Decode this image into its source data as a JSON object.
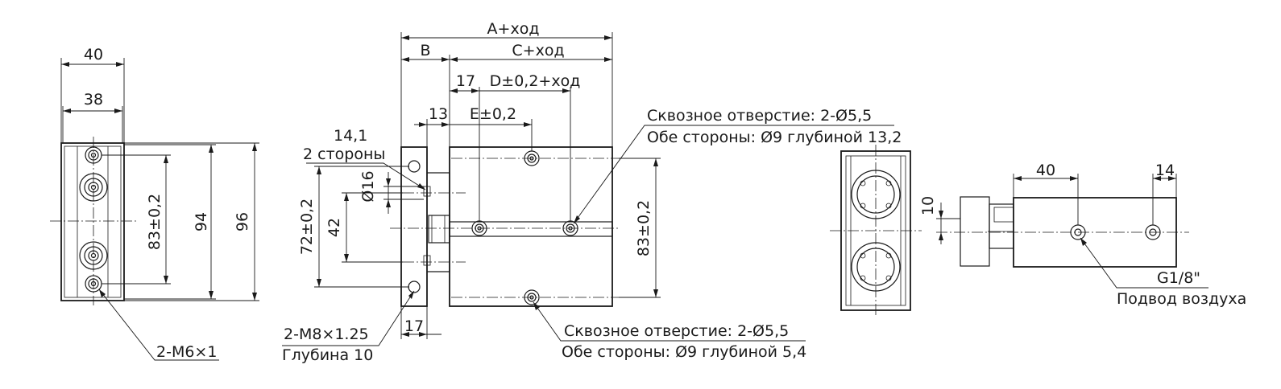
{
  "labels": {
    "left_width_40": "40",
    "left_width_38": "38",
    "left_83": "83±0,2",
    "left_94": "94",
    "left_96": "96",
    "left_thread": "2-M6×1",
    "front_a_stroke": "A+ход",
    "front_b": "B",
    "front_c_stroke": "C+ход",
    "front_17_top": "17",
    "front_d_stroke": "D±0,2+ход",
    "front_13": "13",
    "front_e": "E±0,2",
    "front_14_1": "14,1",
    "front_2_sides": "2 стороны",
    "front_dia16": "Ø16",
    "front_72": "72±0,2",
    "front_42": "42",
    "front_83": "83±0,2",
    "front_17_bottom": "17",
    "front_thread": "2-M8×1.25",
    "front_depth": "Глубина 10",
    "through_hole_top_1": "Сквозное отверстие: 2-Ø5,5",
    "through_hole_top_2": "Обе стороны: Ø9 глубиной 13,2",
    "through_hole_bottom_1": "Сквозное отверстие: 2-Ø5,5",
    "through_hole_bottom_2": "Обе стороны: Ø9 глубиной 5,4",
    "side_40": "40",
    "side_14": "14",
    "side_10": "10",
    "port_size": "G1/8\"",
    "port_desc": "Подвод воздуха"
  }
}
